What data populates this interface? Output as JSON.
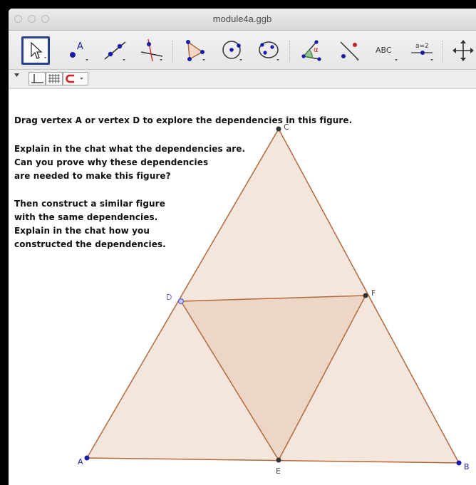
{
  "window": {
    "title": "module4a.ggb"
  },
  "toolbar": {
    "tools": [
      {
        "name": "move-tool-icon",
        "active": true
      },
      {
        "name": "point-tool-icon",
        "label": "A"
      },
      {
        "name": "line-tool-icon"
      },
      {
        "name": "perpendicular-tool-icon"
      },
      {
        "name": "polygon-tool-icon"
      },
      {
        "name": "circle-tool-icon"
      },
      {
        "name": "ellipse-tool-icon"
      },
      {
        "name": "angle-tool-icon",
        "label": "α"
      },
      {
        "name": "reflect-tool-icon"
      },
      {
        "name": "text-tool-icon",
        "label": "ABC"
      },
      {
        "name": "slider-tool-icon",
        "label": "a=2"
      },
      {
        "name": "move-view-tool-icon"
      }
    ]
  },
  "instructions": {
    "line1": "Drag vertex A or vertex D to explore the dependencies in this figure.",
    "line2": "Explain in the chat what the dependencies are.",
    "line3": "Can you prove why these dependencies",
    "line4": "are needed to make this figure?",
    "line5": "Then construct a similar figure",
    "line6": "with the same dependencies.",
    "line7": "Explain in the chat how you",
    "line8": "constructed the dependencies."
  },
  "points": {
    "A": "A",
    "B": "B",
    "C": "C",
    "D": "D",
    "E": "E",
    "F": "F"
  },
  "colors": {
    "triangle_fill": "#f5e6dd",
    "inner_fill": "#eed6c6",
    "edge": "#b06a3c",
    "free_point": "#1a1aa8",
    "dependent_point": "#333333",
    "D_point": "#7f7fe0",
    "active_border": "#2d3f8f"
  }
}
